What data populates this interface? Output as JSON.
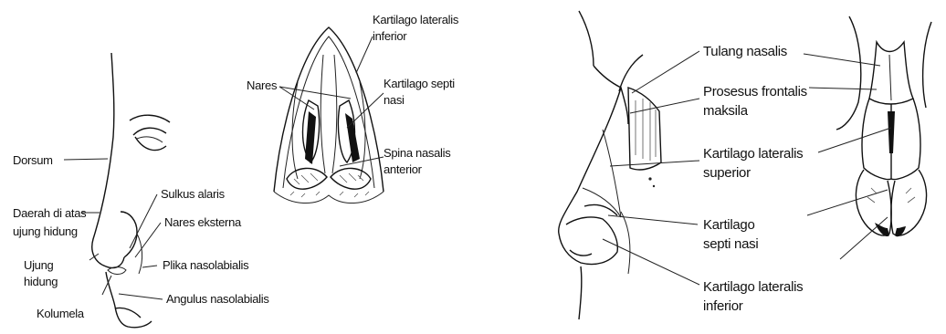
{
  "left_panel": {
    "side_labels": {
      "dorsum": "Dorsum",
      "daerah_line1": "Daerah di atas",
      "daerah_line2": "ujung hidung",
      "ujung_line1": "Ujung",
      "ujung_line2": "hidung",
      "kolumela": "Kolumela",
      "sulkus_alaris": "Sulkus alaris",
      "nares_eksterna": "Nares eksterna",
      "plika_nasolabialis": "Plika nasolabialis",
      "angulus_nasolabialis": "Angulus nasolabialis"
    },
    "base_labels": {
      "nares": "Nares",
      "kart_lat_inf_line1": "Kartilago lateralis",
      "kart_lat_inf_line2": "inferior",
      "kart_septi_line1": "Kartilago septi",
      "kart_septi_line2": "nasi",
      "spina_line1": "Spina nasalis",
      "spina_line2": "anterior"
    }
  },
  "right_panel": {
    "tulang_nasalis": "Tulang nasalis",
    "prosesus_line1": "Prosesus frontalis",
    "prosesus_line2": "maksila",
    "kart_lat_sup_line1": "Kartilago lateralis",
    "kart_lat_sup_line2": "superior",
    "kart_septi_line1": "Kartilago",
    "kart_septi_line2": "septi nasi",
    "kart_lat_inf_line1": "Kartilago lateralis",
    "kart_lat_inf_line2": "inferior"
  }
}
